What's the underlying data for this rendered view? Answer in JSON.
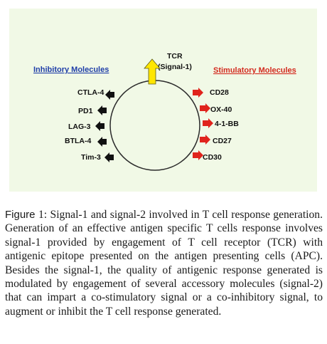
{
  "diagram": {
    "center_label_top": "TCR",
    "center_label_bottom": "(Signal-1)",
    "inhibitory_heading": "Inhibitory Molecules",
    "stimulatory_heading": "Stimulatory Molecules",
    "inhibitory": [
      "CTLA-4",
      "PD1",
      "LAG-3",
      "BTLA-4",
      "Tim-3"
    ],
    "stimulatory": [
      "CD28",
      "OX-40",
      "4-1-BB",
      "CD27",
      "CD30"
    ],
    "colors": {
      "background": "#f1f9e6",
      "inhibitory_heading": "#1f3ea8",
      "stimulatory_heading": "#d32b1f",
      "inhibitory_arrow": "#111111",
      "stimulatory_arrow": "#e0231c",
      "tcr_arrow": "#ffe600"
    }
  },
  "caption": {
    "label": "Figure",
    "number": "1:",
    "text": "Signal-1 and signal-2 involved in T cell response generation. Generation of an effective antigen specific T cells response involves signal-1 provided by engagement of T cell receptor (TCR) with antigenic epitope presented on the antigen presenting cells (APC). Besides the signal-1, the quality of antigenic response generated is modulated by engagement of several accessory molecules (signal-2) that can impart a co-stimulatory signal or a co-inhibitory signal, to augment or inhibit the T cell response generated."
  }
}
